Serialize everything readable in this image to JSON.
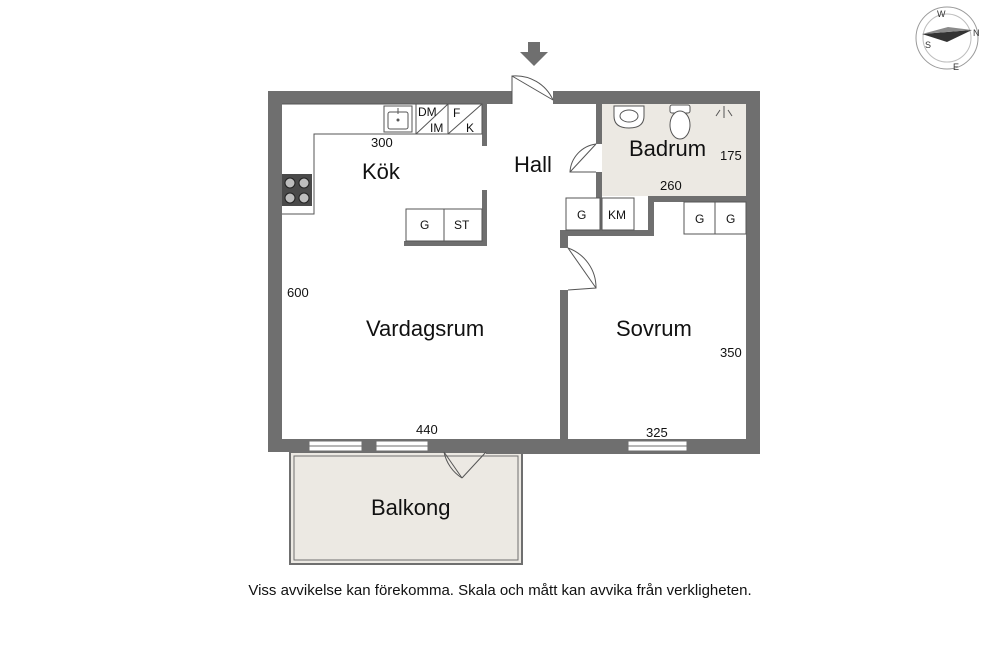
{
  "rooms": {
    "kok": "Kök",
    "hall": "Hall",
    "badrum": "Badrum",
    "vardagsrum": "Vardagsrum",
    "sovrum": "Sovrum",
    "balkong": "Balkong"
  },
  "dimensions": {
    "kok_width": "300",
    "badrum_height": "175",
    "badrum_width": "260",
    "vardagsrum_height": "600",
    "sovrum_height": "350",
    "vardagsrum_width": "440",
    "sovrum_width": "325"
  },
  "appliances": {
    "dm": "DM",
    "im": "IM",
    "f": "F",
    "k": "K",
    "kitchen_g": "G",
    "kitchen_st": "ST",
    "hall_g": "G",
    "hall_km": "KM",
    "sovrum_g1": "G",
    "sovrum_g2": "G"
  },
  "compass": {
    "n": "N",
    "e": "E",
    "s": "S",
    "w": "W"
  },
  "disclaimer": "Viss avvikelse kan förekomma. Skala och mått kan avvika från verkligheten.",
  "colors": {
    "wall": "#6f6f6f",
    "floor_shaded": "#ece9e3",
    "line": "#555555"
  }
}
